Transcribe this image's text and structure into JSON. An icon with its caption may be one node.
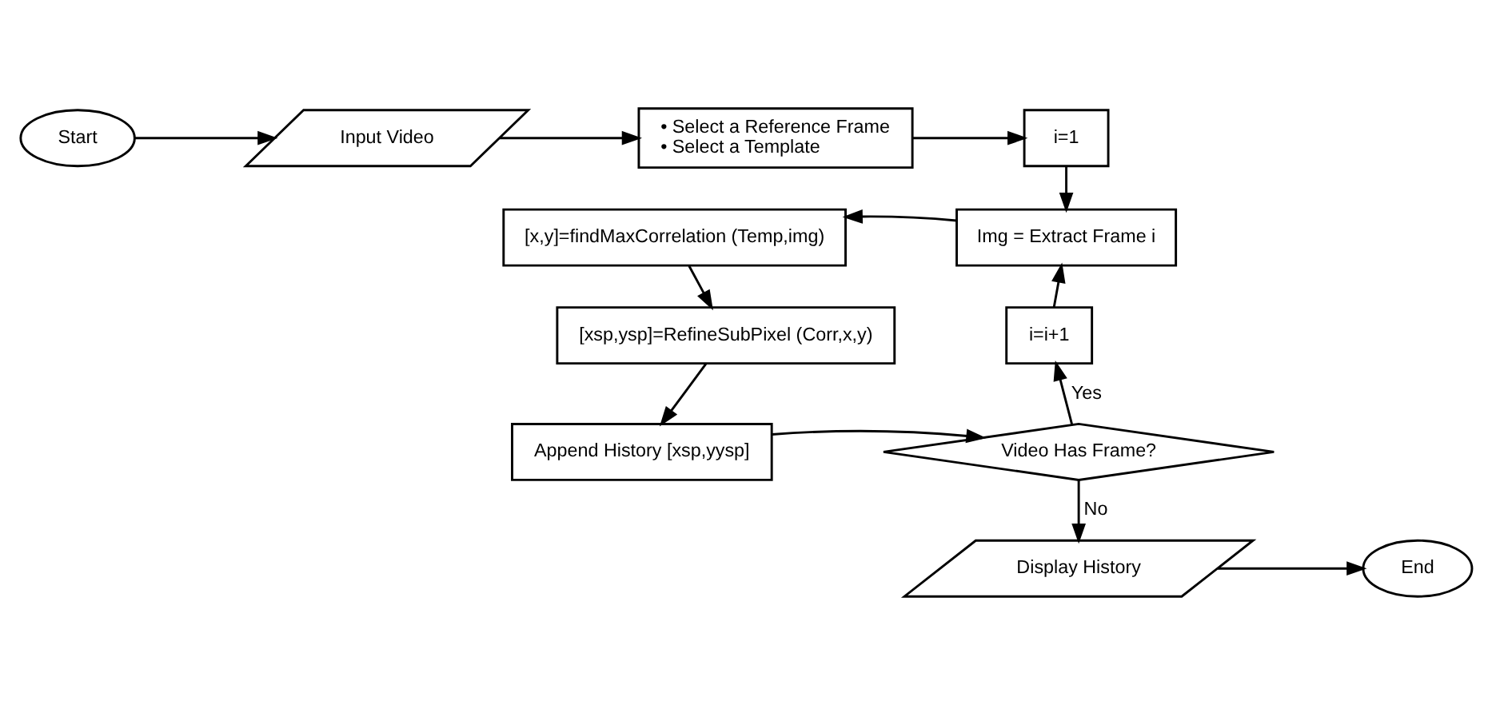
{
  "diagram": {
    "nodes": [
      {
        "text": [
          "Start"
        ]
      },
      {
        "text": [
          "Input Video"
        ]
      },
      {
        "text": [
          "• Select a Reference Frame",
          "• Select a Template"
        ]
      },
      {
        "text": [
          "i=1"
        ]
      },
      {
        "text": [
          "Img = Extract Frame i"
        ]
      },
      {
        "text": [
          "[x,y]=findMaxCorrelation (Temp,img)"
        ]
      },
      {
        "text": [
          "[xsp,ysp]=RefineSubPixel (Corr,x,y)"
        ]
      },
      {
        "text": [
          "Append History [xsp,yysp]"
        ]
      },
      {
        "text": [
          "Video Has Frame?"
        ]
      },
      {
        "text": [
          "i=i+1"
        ]
      },
      {
        "text": [
          "Display History"
        ]
      },
      {
        "text": [
          "End"
        ]
      }
    ],
    "edges": [
      {
        "from": 0,
        "to": 1,
        "arrow": "to"
      },
      {
        "from": 1,
        "to": 2,
        "arrow": "to"
      },
      {
        "from": 2,
        "to": 3,
        "arrow": "to"
      },
      {
        "from": 3,
        "to": 4,
        "arrow": "to"
      },
      {
        "from": 4,
        "to": 5,
        "arrow": "to"
      },
      {
        "from": 5,
        "to": 6,
        "arrow": "to"
      },
      {
        "from": 6,
        "to": 7,
        "arrow": "to"
      },
      {
        "from": 7,
        "to": 8,
        "arrow": "to"
      },
      {
        "from": 8,
        "to": 9,
        "label": "Yes",
        "arrow": "to"
      },
      {
        "from": 9,
        "to": 4,
        "arrow": "to"
      },
      {
        "from": 8,
        "to": 10,
        "label": "No",
        "arrow": "to"
      },
      {
        "from": 10,
        "to": 11,
        "arrow": "to"
      }
    ]
  }
}
